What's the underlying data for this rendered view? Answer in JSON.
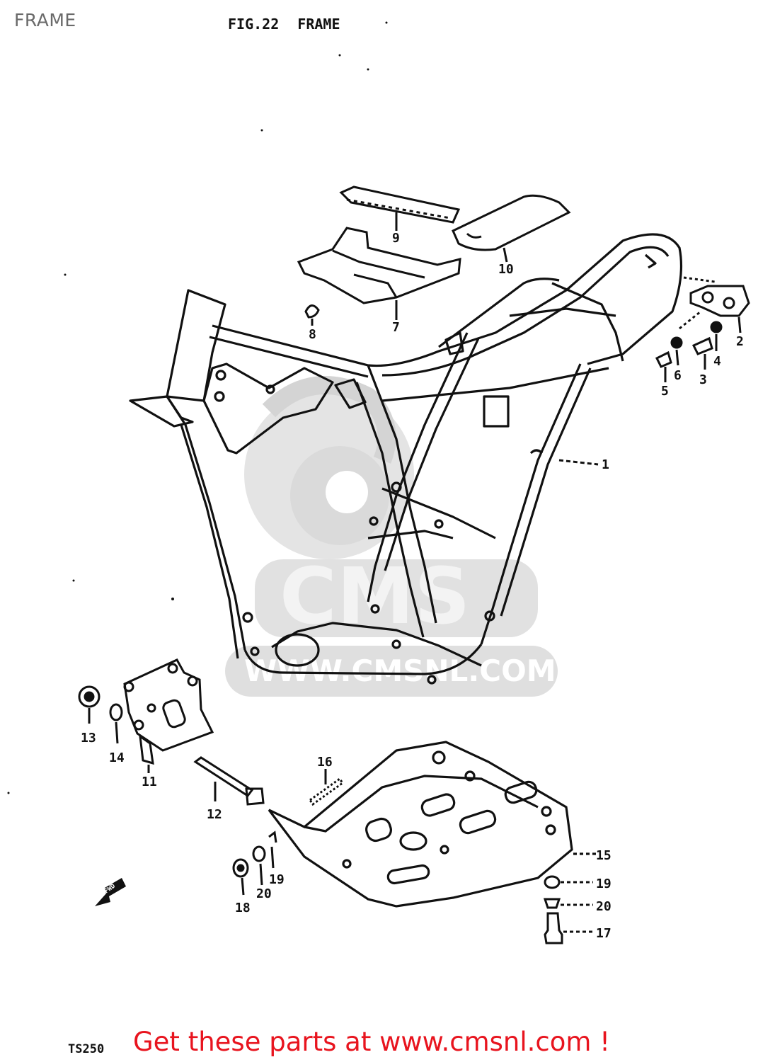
{
  "page": {
    "label": "FRAME",
    "figure_title": "FIG.22  FRAME",
    "model_code": "TS250",
    "call_to_action": "Get these parts at www.cmsnl.com !"
  },
  "watermark": {
    "brand": "CMS",
    "url": "WWW.CMSNL.COM"
  },
  "callouts": [
    "1",
    "2",
    "3",
    "4",
    "5",
    "6",
    "7",
    "8",
    "9",
    "10",
    "11",
    "12",
    "13",
    "14",
    "15",
    "16",
    "17",
    "18",
    "19",
    "19",
    "20",
    "20"
  ],
  "fwd_label": "FWD",
  "colors": {
    "cta": "#e8141e",
    "ink": "#111111",
    "watermark": "#dcdcdc"
  }
}
